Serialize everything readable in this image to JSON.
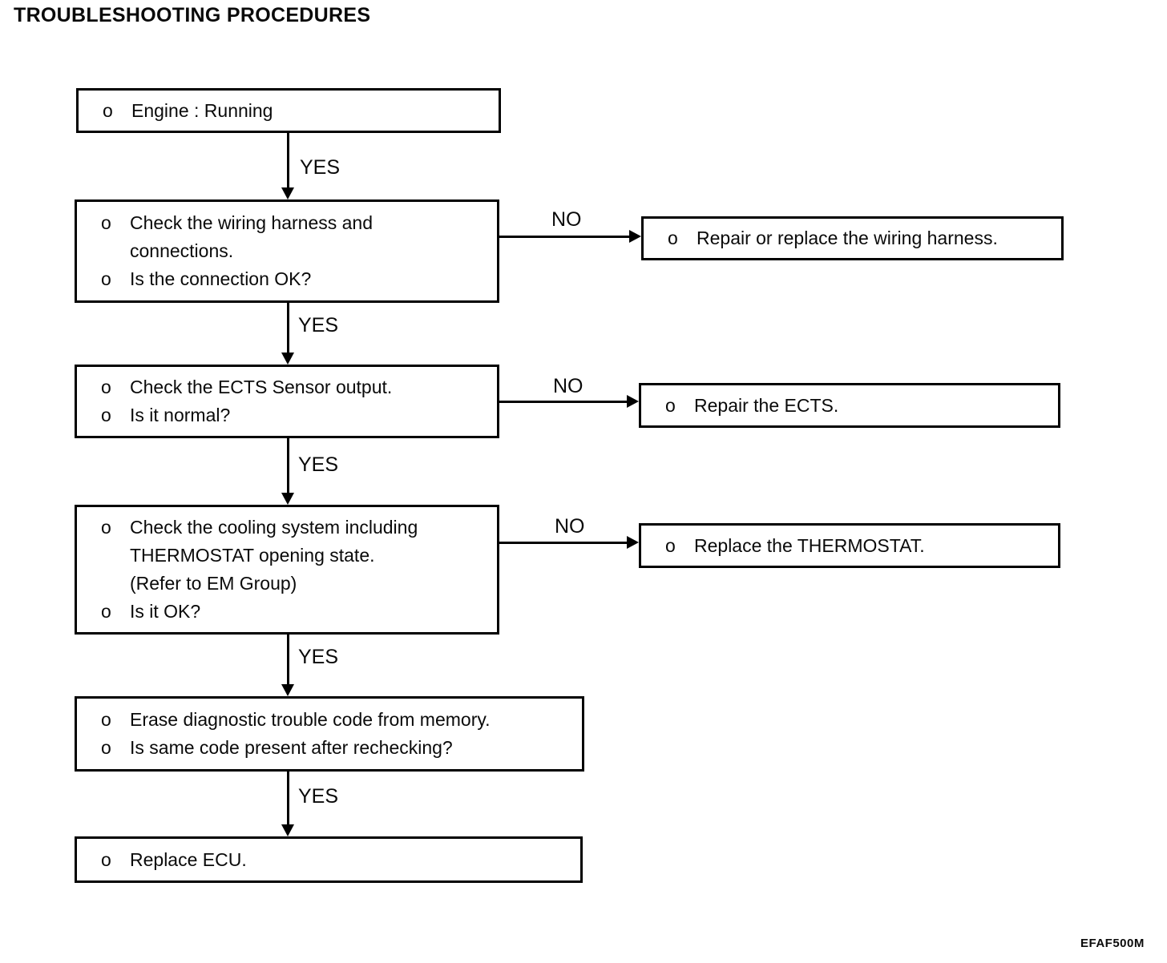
{
  "title": "TROUBLESHOOTING PROCEDURES",
  "doc_code": "EFAF500M",
  "bullet_char": "o",
  "connector_labels": {
    "yes": "YES",
    "no": "NO"
  },
  "boxes": {
    "engine": {
      "lines": [
        {
          "bullet": true,
          "text": "Engine : Running"
        }
      ]
    },
    "wiring": {
      "lines": [
        {
          "bullet": true,
          "text": "Check the wiring harness and"
        },
        {
          "bullet": false,
          "text": "connections."
        },
        {
          "bullet": true,
          "text": "Is the connection OK?"
        }
      ]
    },
    "repair_wiring": {
      "lines": [
        {
          "bullet": true,
          "text": "Repair or replace the wiring harness."
        }
      ]
    },
    "ects": {
      "lines": [
        {
          "bullet": true,
          "text": "Check the ECTS Sensor output."
        },
        {
          "bullet": true,
          "text": "Is it normal?"
        }
      ]
    },
    "repair_ects": {
      "lines": [
        {
          "bullet": true,
          "text": "Repair the ECTS."
        }
      ]
    },
    "cooling": {
      "lines": [
        {
          "bullet": true,
          "text": "Check the cooling system including"
        },
        {
          "bullet": false,
          "text": "THERMOSTAT opening state."
        },
        {
          "bullet": false,
          "text": "(Refer to EM Group)"
        },
        {
          "bullet": true,
          "text": "Is it OK?"
        }
      ]
    },
    "replace_thermostat": {
      "lines": [
        {
          "bullet": true,
          "text": "Replace the THERMOSTAT."
        }
      ]
    },
    "erase_code": {
      "lines": [
        {
          "bullet": true,
          "text": "Erase diagnostic trouble code from memory."
        },
        {
          "bullet": true,
          "text": "Is same code present after rechecking?"
        }
      ]
    },
    "replace_ecu": {
      "lines": [
        {
          "bullet": true,
          "text": "Replace ECU."
        }
      ]
    }
  }
}
